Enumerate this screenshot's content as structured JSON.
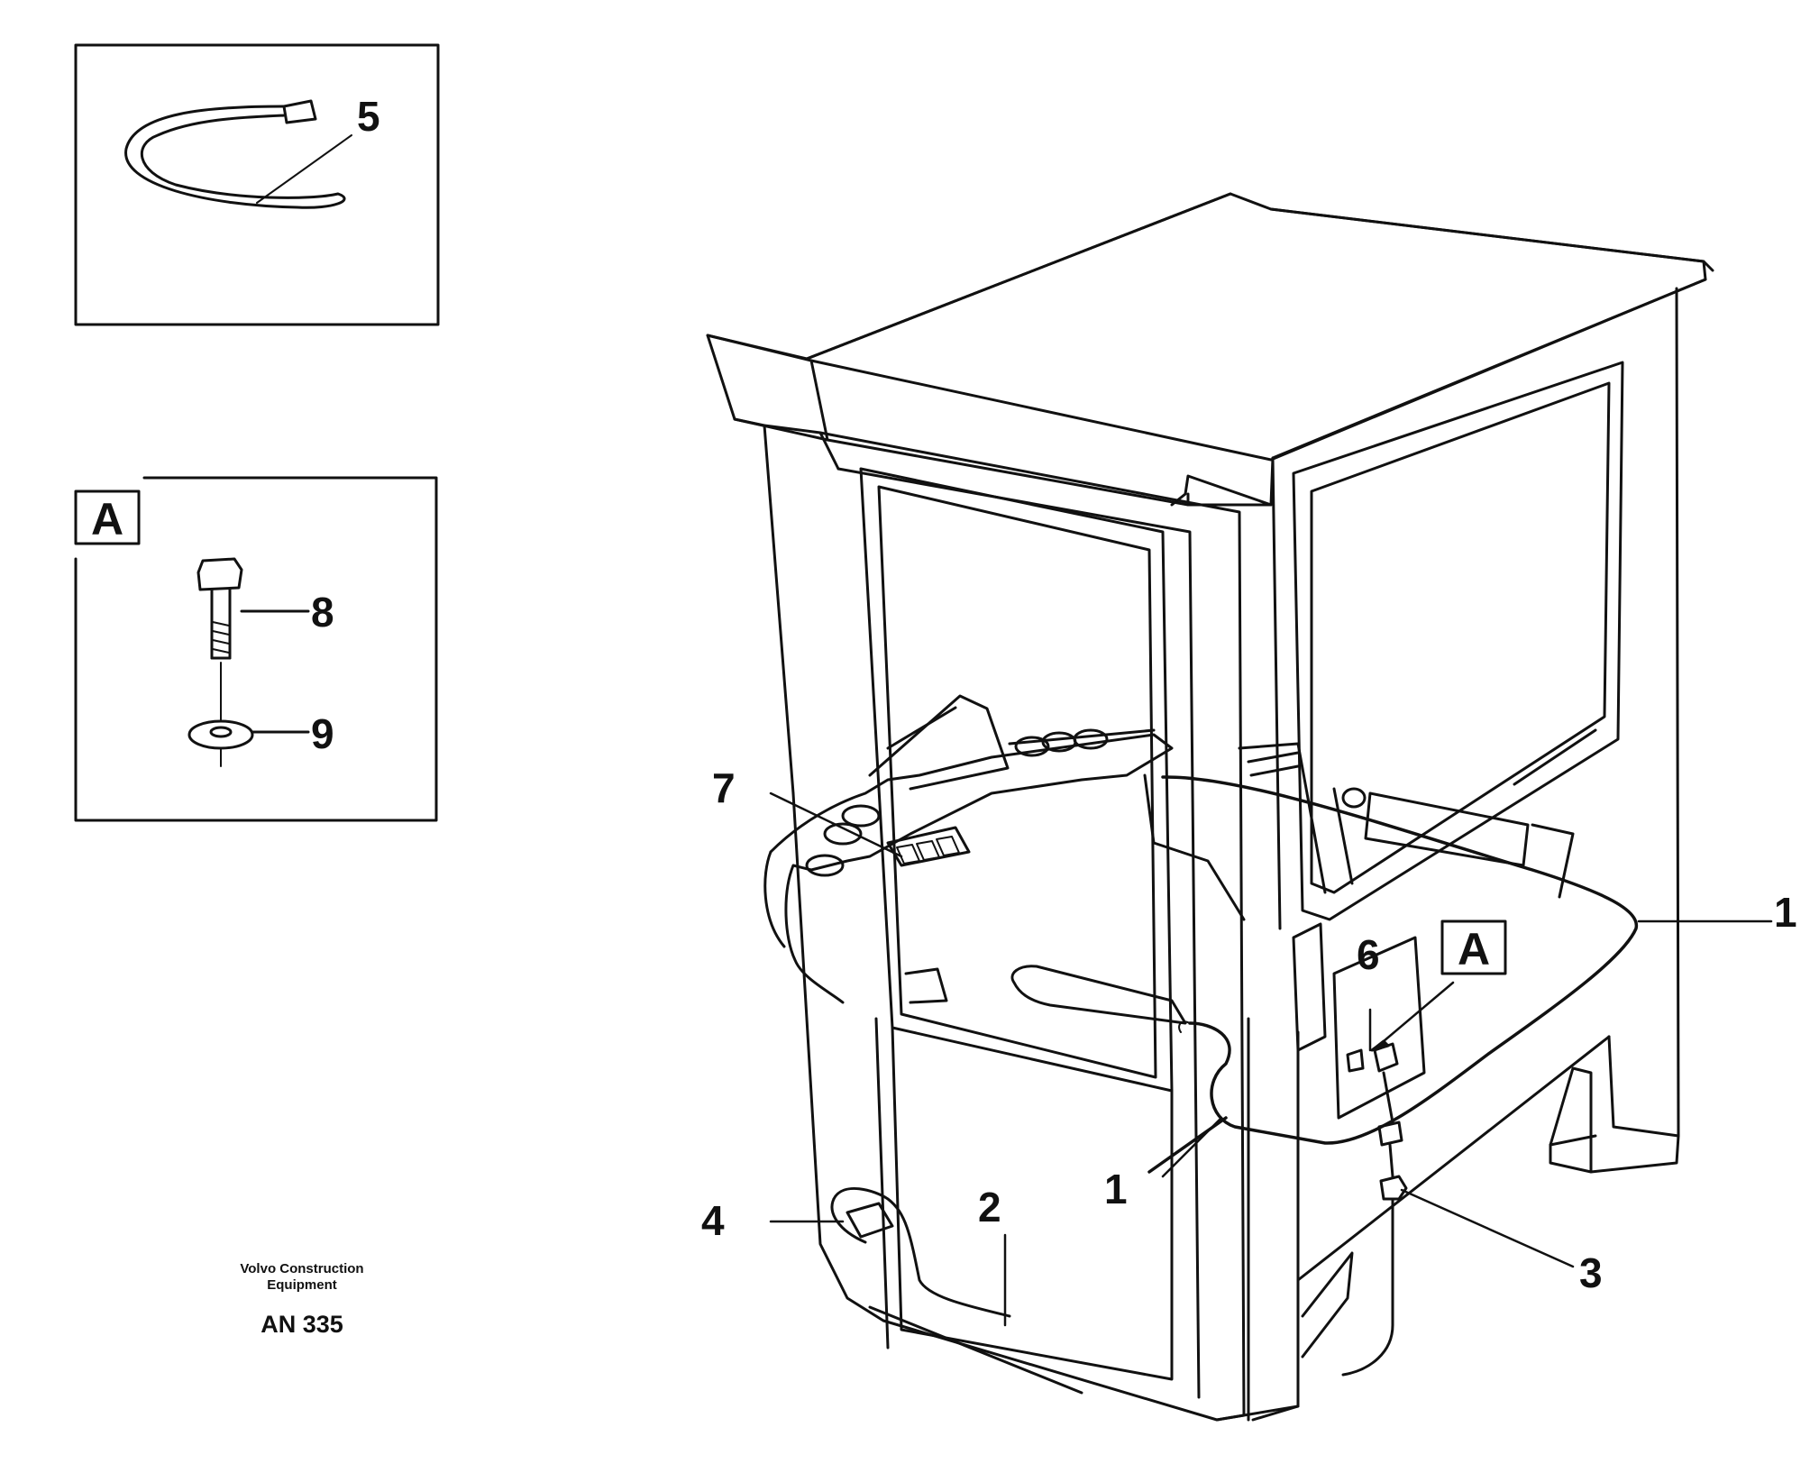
{
  "callouts": {
    "c1a": "1",
    "c1b": "1",
    "c2": "2",
    "c3": "3",
    "c4": "4",
    "c5": "5",
    "c6": "6",
    "c7": "7",
    "c8": "8",
    "c9": "9"
  },
  "detail_marker": {
    "letter": "A"
  },
  "inset_a": {
    "letter": "A"
  },
  "credit": {
    "line1": "Volvo Construction",
    "line2": "Equipment",
    "code": "AN 335"
  }
}
